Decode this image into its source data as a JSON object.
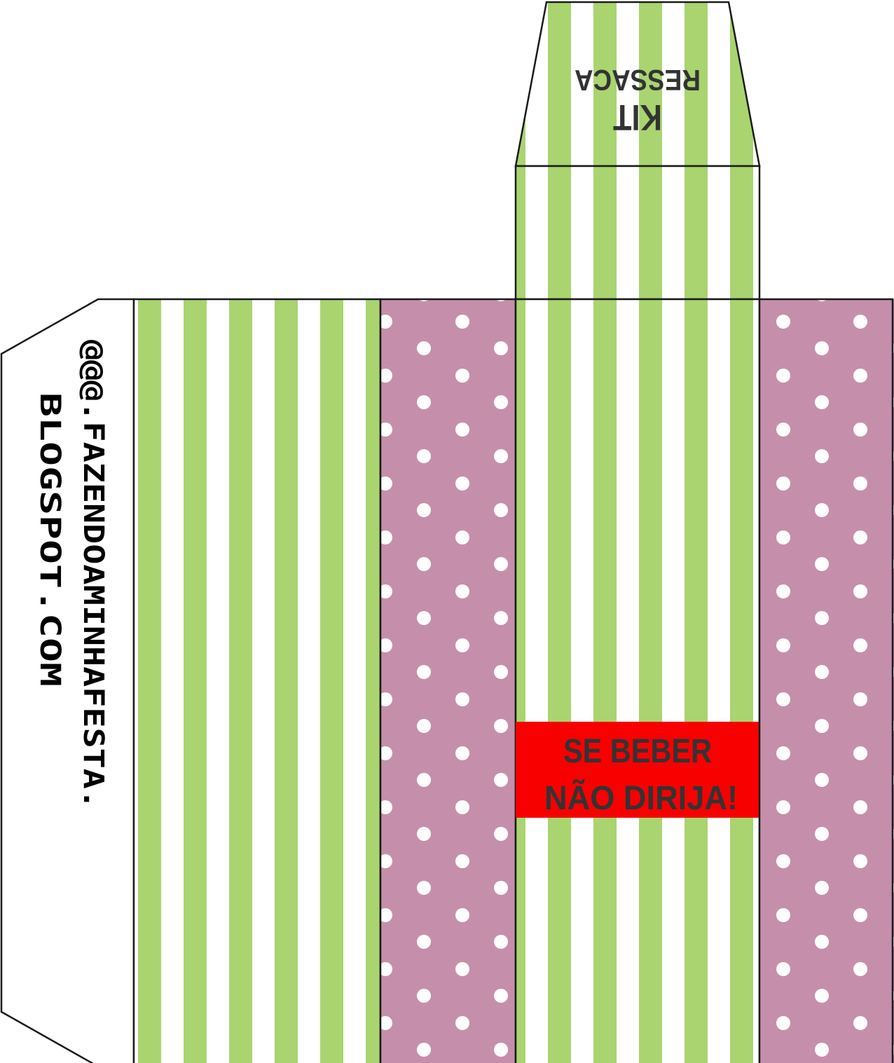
{
  "colors": {
    "stripe_green": "#a9d46f",
    "stripe_white": "#ffffff",
    "polka_background": "#c58fab",
    "polka_dot": "#ffffff",
    "banner_red": "#f80000",
    "title_text": "#333333",
    "outline": "#1a1a1a"
  },
  "top_flap": {
    "line1": "KIT",
    "line2": "RESSACA"
  },
  "warning_banner": {
    "line1": "SE BEBER",
    "line2": "NÃO DIRIJA!"
  },
  "side_flap": {
    "line1": "@@@.FAZENDOAMINHAFESTA.",
    "line2": "BLOGSPOT.COM"
  }
}
